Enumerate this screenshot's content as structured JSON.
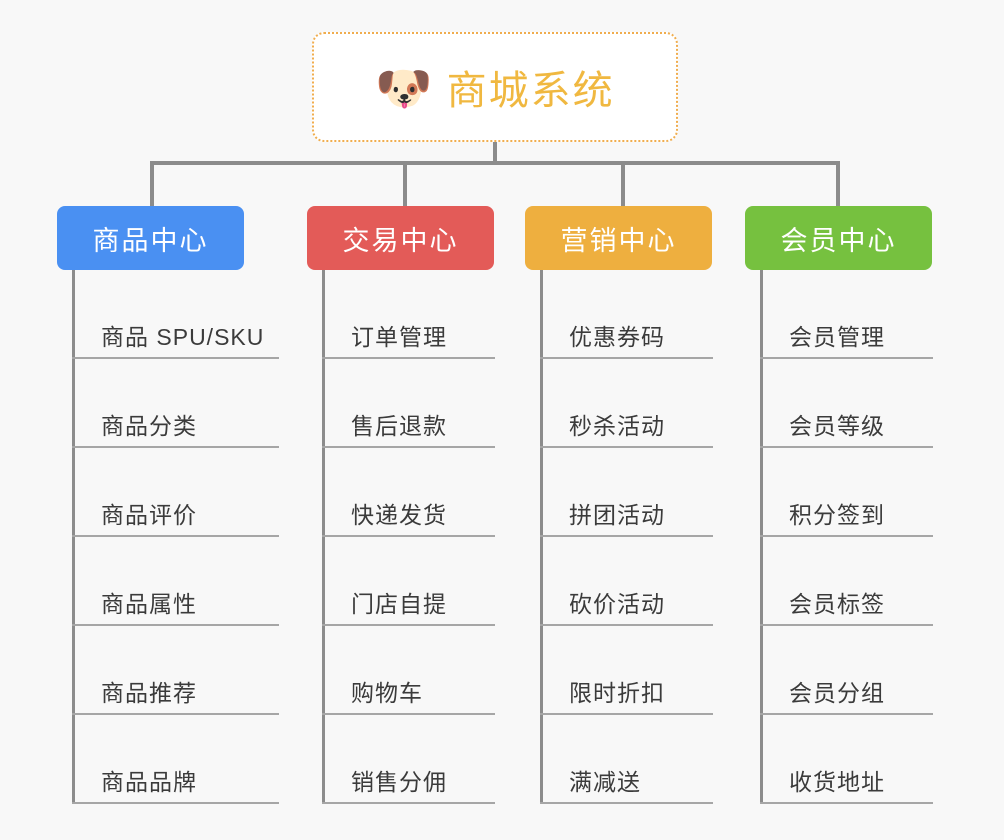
{
  "diagram": {
    "type": "mindmap-tree",
    "background_color": "#f8f8f8",
    "root": {
      "title": "商城系统",
      "icon": "dog-face-icon",
      "icon_glyph": "🐶",
      "border_color": "#f0ad4e",
      "text_color": "#f0b840",
      "background_color": "#ffffff"
    },
    "connector_color": "#8c8c8c",
    "branches": [
      {
        "label": "商品中心",
        "color": "#4a90f2",
        "items": [
          "商品 SPU/SKU",
          "商品分类",
          "商品评价",
          "商品属性",
          "商品推荐",
          "商品品牌"
        ]
      },
      {
        "label": "交易中心",
        "color": "#e35b58",
        "items": [
          "订单管理",
          "售后退款",
          "快递发货",
          "门店自提",
          "购物车",
          "销售分佣"
        ]
      },
      {
        "label": "营销中心",
        "color": "#eeaf3f",
        "items": [
          "优惠券码",
          "秒杀活动",
          "拼团活动",
          "砍价活动",
          "限时折扣",
          "满减送"
        ]
      },
      {
        "label": "会员中心",
        "color": "#76c13f",
        "items": [
          "会员管理",
          "会员等级",
          "积分签到",
          "会员标签",
          "会员分组",
          "收货地址"
        ]
      }
    ]
  }
}
